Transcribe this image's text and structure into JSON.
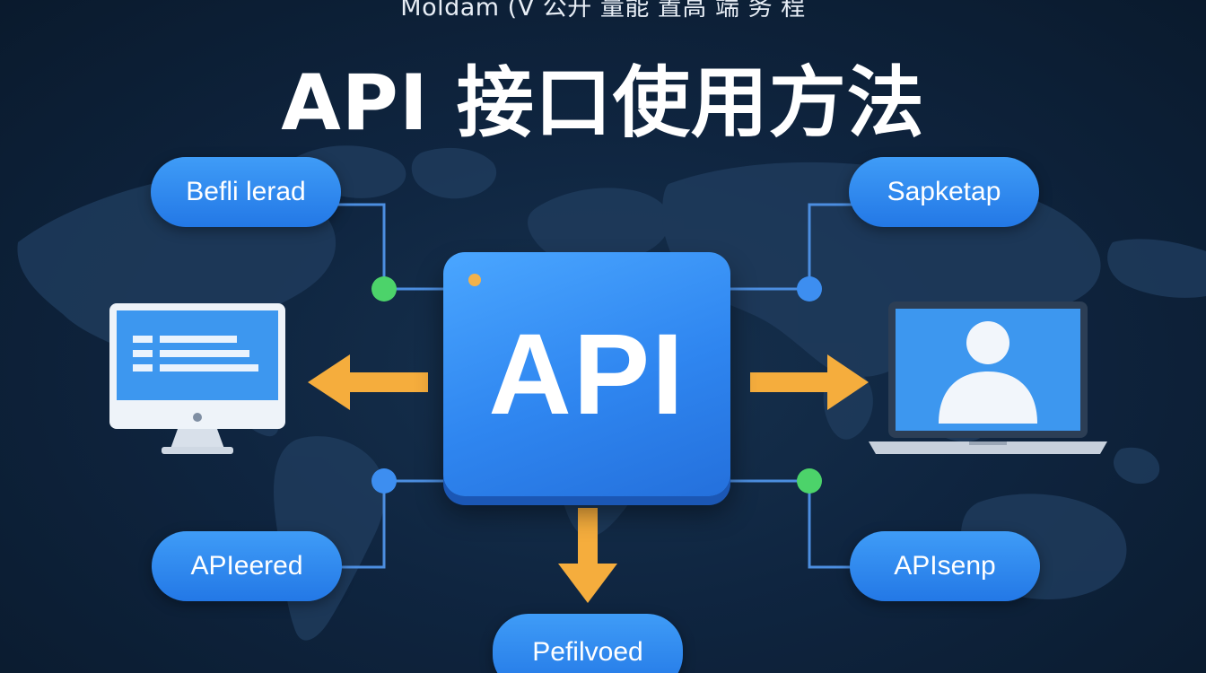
{
  "header": {
    "subtitle": "Moldam (V 公开 量能 置高 端 务 程",
    "title": "API 接口使用方法"
  },
  "center": {
    "label": "API"
  },
  "nodes": {
    "top_left": "Befli lerad",
    "top_right": "Sapketap",
    "bottom_left": "APIeered",
    "bottom_right": "APIsenp",
    "bottom_center": "Pefilvoed"
  },
  "icons": {
    "left": "desktop-monitor-icon",
    "right": "laptop-user-icon",
    "arrows": "arrow-icon"
  },
  "colors": {
    "background": "#0d1f33",
    "map": "#1e3a5a",
    "pill": "#2f86f0",
    "api_box": "#3a93f8",
    "arrow": "#f5ad3d",
    "connector": "#4c8ee0",
    "dot_green": "#4cd36a",
    "dot_blue": "#3d8ef0",
    "dot_orange": "#f2b24c"
  }
}
